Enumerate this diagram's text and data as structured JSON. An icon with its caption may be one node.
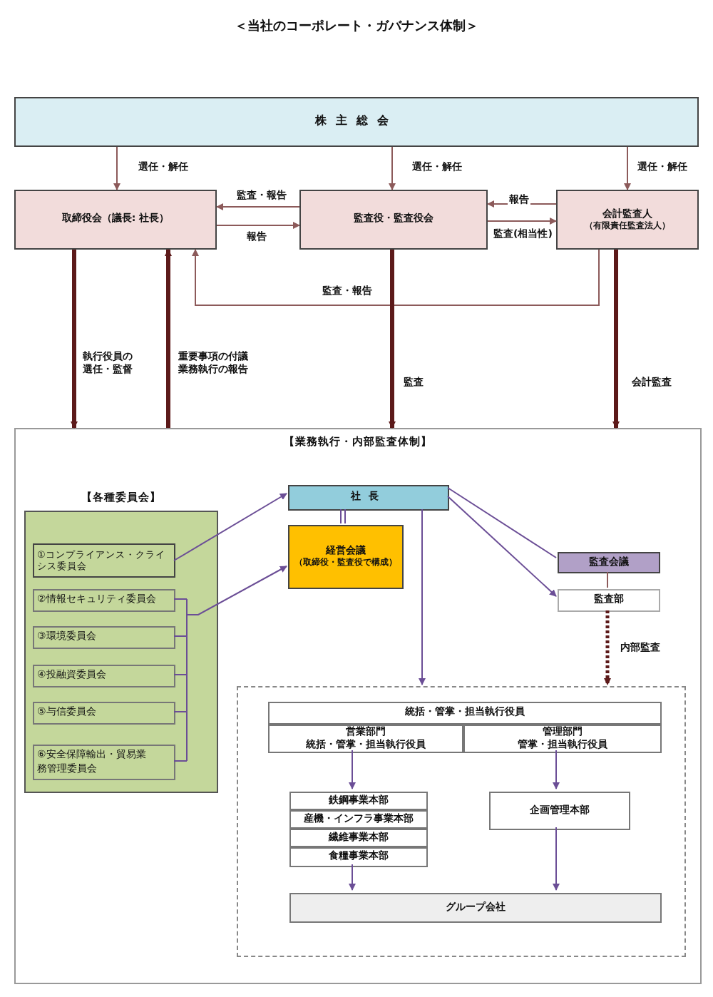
{
  "diagram": {
    "title": "＜当社のコーポレート・ガバナンス体制＞",
    "nodes": [
      {
        "text": [
          "株主総会"
        ]
      },
      {
        "text": [
          "取締役会（議長: 社長）"
        ]
      },
      {
        "text": [
          "監査役・監査役会"
        ]
      },
      {
        "text": [
          "会計監査人",
          "（有限責任監査法人）"
        ]
      },
      {
        "text": [
          "【業務執行・内部監査体制】"
        ]
      },
      {
        "text": [
          "【各種委員会】"
        ],
        "in": 4
      },
      {
        "text": [
          "①コンプライアンス・クライシス委員会"
        ],
        "in": 5
      },
      {
        "text": [
          "②情報セキュリティ委員会"
        ],
        "in": 5
      },
      {
        "text": [
          "③環境委員会"
        ],
        "in": 5
      },
      {
        "text": [
          "④投融資委員会"
        ],
        "in": 5
      },
      {
        "text": [
          "⑤与信委員会"
        ],
        "in": 5
      },
      {
        "text": [
          "⑥安全保障輸出・貿易業務管理委員会"
        ],
        "in": 5
      },
      {
        "text": [
          "社長"
        ],
        "in": 4
      },
      {
        "text": [
          "経営会議",
          "（取締役・監査役で構成）"
        ],
        "in": 4
      },
      {
        "text": [
          "監査会議"
        ],
        "in": 4
      },
      {
        "text": [
          "監査部"
        ],
        "in": 4
      },
      {
        "text": [],
        "shape": "box",
        "in": 4
      },
      {
        "text": [
          "統括・管掌・担当執行役員"
        ],
        "in": 16
      },
      {
        "text": [
          "営業部門",
          "統括・管掌・担当執行役員"
        ],
        "in": 16
      },
      {
        "text": [
          "管理部門",
          "管掌・担当執行役員"
        ],
        "in": 16
      },
      {
        "text": [
          "鉄鋼事業本部"
        ],
        "in": 16
      },
      {
        "text": [
          "産機・インフラ事業本部"
        ],
        "in": 16
      },
      {
        "text": [
          "繊維事業本部"
        ],
        "in": 16
      },
      {
        "text": [
          "食糧事業本部"
        ],
        "in": 16
      },
      {
        "text": [
          "企画管理本部"
        ],
        "in": 16
      },
      {
        "text": [
          "グループ会社"
        ],
        "in": 16
      }
    ],
    "edges": [
      {
        "from": 0,
        "to": 1,
        "arrow": "to",
        "label": "選任・解任",
        "color": "#8c5a5a"
      },
      {
        "from": 0,
        "to": 2,
        "arrow": "to",
        "label": "選任・解任",
        "color": "#8c5a5a"
      },
      {
        "from": 0,
        "to": 3,
        "arrow": "to",
        "label": "選任・解任",
        "color": "#8c5a5a"
      },
      {
        "from": 2,
        "to": 1,
        "arrow": "to",
        "label": "監査・報告",
        "color": "#8c5a5a"
      },
      {
        "from": 1,
        "to": 2,
        "arrow": "to",
        "label": "報告",
        "color": "#8c5a5a"
      },
      {
        "from": 3,
        "to": 2,
        "arrow": "to",
        "label": "報告",
        "color": "#8c5a5a"
      },
      {
        "from": 2,
        "to": 3,
        "arrow": "to",
        "label": "監査(相当性)",
        "color": "#8c5a5a"
      },
      {
        "from": 3,
        "to": 1,
        "arrow": "to",
        "label": "監査・報告",
        "color": "#8c5a5a"
      },
      {
        "from": 1,
        "to": 4,
        "arrow": "to",
        "label": "執行役員の選任・監督",
        "style": "thick",
        "color": "#5c1a1a"
      },
      {
        "from": 4,
        "to": 1,
        "arrow": "to",
        "label": "重要事項の付議業務執行の報告",
        "style": "thick",
        "color": "#5c1a1a"
      },
      {
        "from": 2,
        "to": 4,
        "arrow": "to",
        "label": "監査",
        "style": "thick",
        "color": "#5c1a1a"
      },
      {
        "from": 3,
        "to": 4,
        "arrow": "to",
        "label": "会計監査",
        "style": "thick",
        "color": "#5c1a1a"
      },
      {
        "from": 6,
        "to": 12,
        "arrow": "to"
      },
      {
        "from": 7,
        "to": 13,
        "arrow": "to"
      },
      {
        "from": 8,
        "to": 13,
        "arrow": "to"
      },
      {
        "from": 9,
        "to": 13,
        "arrow": "to"
      },
      {
        "from": 10,
        "to": 13,
        "arrow": "to"
      },
      {
        "from": 11,
        "to": 13,
        "arrow": "to"
      },
      {
        "from": 12,
        "to": 13,
        "arrow": "none"
      },
      {
        "from": 12,
        "to": 16,
        "arrow": "to"
      },
      {
        "from": 12,
        "to": 14,
        "arrow": "none"
      },
      {
        "from": 12,
        "to": 15,
        "arrow": "to"
      },
      {
        "from": 14,
        "to": 15,
        "arrow": "none",
        "color": "#8c5a5a"
      },
      {
        "from": 15,
        "to": 16,
        "arrow": "to",
        "label": "内部監査",
        "style": "dashed",
        "color": "#5c1a1a"
      },
      {
        "from": 18,
        "to": 20,
        "arrow": "to"
      },
      {
        "from": 19,
        "to": 24,
        "arrow": "to"
      },
      {
        "from": 23,
        "to": 25,
        "arrow": "to"
      },
      {
        "from": 24,
        "to": 25,
        "arrow": "to"
      }
    ]
  }
}
